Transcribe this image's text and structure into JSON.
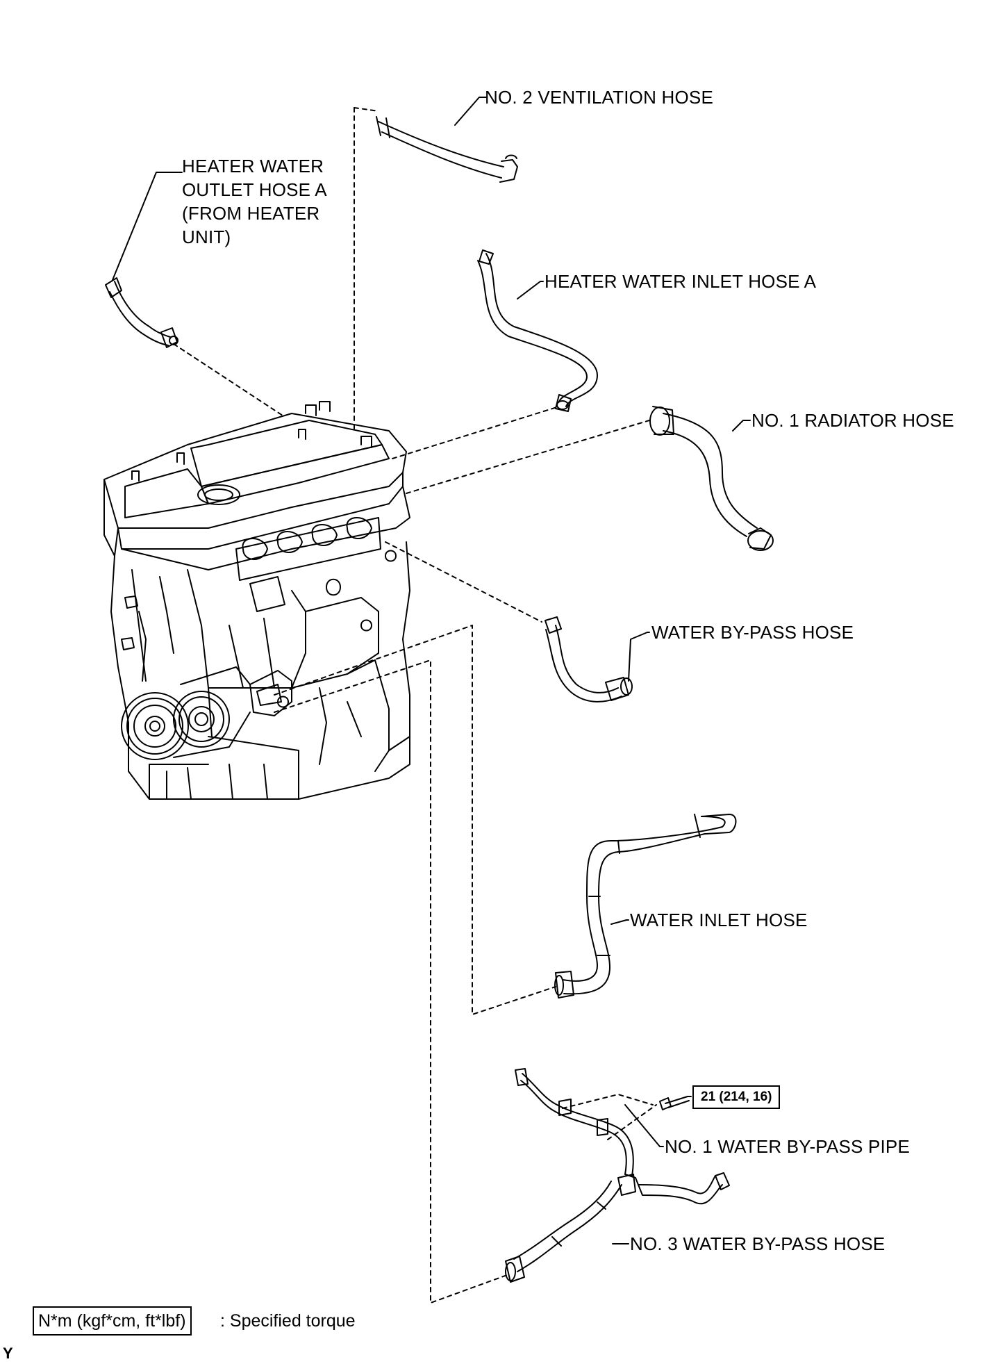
{
  "labels": {
    "no2_ventilation_hose": "NO. 2 VENTILATION HOSE",
    "heater_water_outlet_hose_a": "HEATER WATER OUTLET HOSE A (FROM HEATER UNIT)",
    "heater_water_inlet_hose_a": "HEATER WATER INLET HOSE A",
    "no1_radiator_hose": "NO. 1 RADIATOR HOSE",
    "water_bypass_hose": "WATER BY-PASS HOSE",
    "water_inlet_hose": "WATER INLET HOSE",
    "no1_water_bypass_pipe": "NO. 1 WATER BY-PASS PIPE",
    "no3_water_bypass_hose": "NO. 3 WATER BY-PASS HOSE"
  },
  "torque": {
    "value": "21 (214, 16)"
  },
  "legend": {
    "units": "N*m (kgf*cm, ft*lbf)",
    "meaning": ": Specified torque"
  },
  "figure_code": "Y"
}
